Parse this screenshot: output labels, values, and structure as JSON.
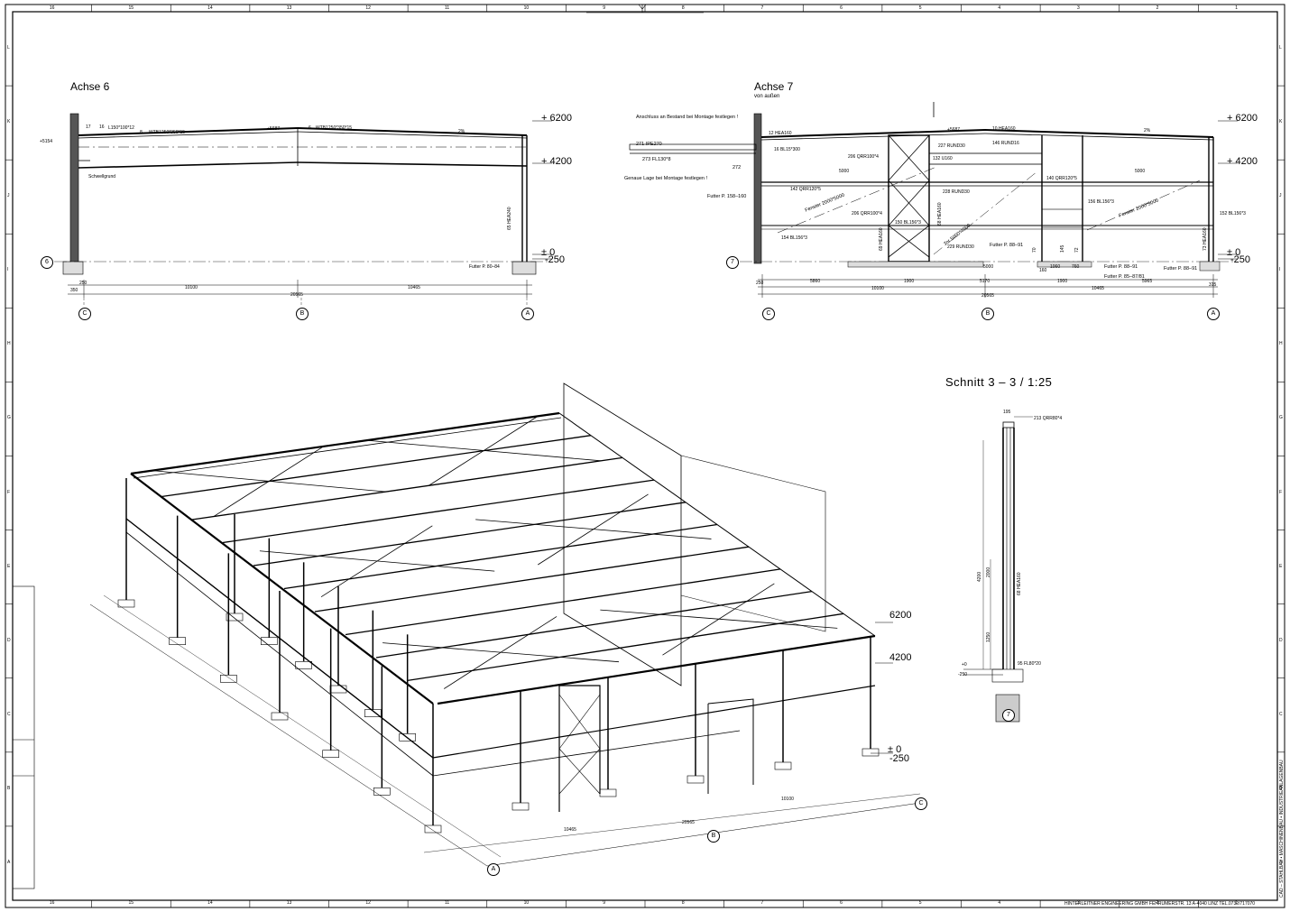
{
  "views": {
    "achse6": {
      "title": "Achse 6"
    },
    "achse7": {
      "title": "Achse 7",
      "subtitle": "von außen"
    },
    "schnitt": {
      "title": "Schnitt 3 – 3 / 1:25"
    }
  },
  "elevations": {
    "e6200": "+ 6200",
    "e4200": "+ 4200",
    "e0": "± 0",
    "em250": "-250"
  },
  "axes": {
    "C": "C",
    "B": "B",
    "A": "A",
    "n6": "6",
    "n7": "7"
  },
  "achse6_labels": {
    "l17": "17",
    "l16": "16",
    "prof": "L150*100*12",
    "p8": "8",
    "w8": "WTB1250*350*15",
    "d5687": "+5687",
    "p6": "6",
    "w6": "WTB1250*350*15",
    "pct": "2%",
    "d5154": "+5154",
    "schwell": "Schwellgrund",
    "hea": "65 HEA240",
    "futter": "Futter P. 80–84"
  },
  "achse6_dims": {
    "d250": "250",
    "d350": "350",
    "d10100": "10100",
    "d10465": "10465",
    "d20565": "20565"
  },
  "achse7_notes": {
    "anschluss": "Anschluss an Bestand bei Montage festlegen !",
    "genaue": "Genaue Lage bei Montage festlegen !",
    "ipe": "271  IPE270",
    "fl": "273  FL130*8",
    "l272": "272",
    "futter1": "Futter P. 158–160",
    "fenster1": "Fenster 2000*5000",
    "tor": "Tor 5000*4000",
    "fenster2": "Fenster 2000*5000",
    "futter2": "Futter P. 88–91",
    "futter3": "Futter P. 88–91",
    "futter4": "Futter P. 85–87/81",
    "futter5": "Futter P. 88–91"
  },
  "achse7_labels": {
    "l12": "12  HEA160",
    "l16": "16  BL15*300",
    "d5687": "+5687",
    "l10": "10  HEA160",
    "l227": "227  RUND30",
    "l146": "146  RUND16",
    "l206a": "206  QRR100*4",
    "l132": "132  U160",
    "l140": "140  QRR120*5",
    "l142": "142  QRR120*5",
    "l228": "228  RUND30",
    "l156": "156  BL156*3",
    "l206b": "206  QRR100*4",
    "l150": "150  BL156*3",
    "l152": "152  BL156*3",
    "l154": "154  BL156*3",
    "l229": "229  RUND30",
    "hea69": "69 HEA160",
    "hea68": "68 HEA160",
    "hea73": "73 HEA160",
    "l70": "70",
    "l72": "72",
    "l145": "145",
    "pct": "2%",
    "d5000a": "5000",
    "d5000b": "5000"
  },
  "achse7_dims": {
    "d250": "250",
    "d5860": "5860",
    "d1900": "1900",
    "d5170": "5170",
    "d1900b": "1900",
    "d5965": "5965",
    "d10100": "10100",
    "d10465": "10465",
    "d20565": "20565",
    "d5000": "5000",
    "d160": "160",
    "d1060": "1060",
    "d760": "760",
    "d315": "315"
  },
  "schnitt_labels": {
    "l213": "213  QRR80*4",
    "hea": "68 HEA160",
    "fl": "95  FL80*20",
    "d4200": "4200",
    "d2000": "2000",
    "d1250": "1250",
    "e0": "+0",
    "em250": "-250",
    "d195": "195"
  },
  "iso_labels": {
    "e6200": "6200",
    "e4200": "4200",
    "e0": "± 0",
    "em250": "-250",
    "d10465": "10465",
    "d20565": "20565",
    "d10100": "10100"
  },
  "border": {
    "top_numbers": [
      "16",
      "15",
      "14",
      "13",
      "12",
      "11",
      "10",
      "9",
      "8",
      "7",
      "6",
      "5",
      "4",
      "3",
      "2",
      "1"
    ],
    "side_letters": [
      "L",
      "K",
      "J",
      "I",
      "H",
      "G",
      "F",
      "E",
      "D",
      "C",
      "B",
      "A"
    ]
  },
  "footer": {
    "company": "HINTERLEITNER ENGINEERING GMBH   FEHRUMERSTR. 13   A-4040 LINZ   TEL.0732/717070"
  },
  "sidebar": {
    "vertical": "CAD – STAHLBAU • MASCHINENBAU • INDUSTRIEANLAGENBAU"
  }
}
